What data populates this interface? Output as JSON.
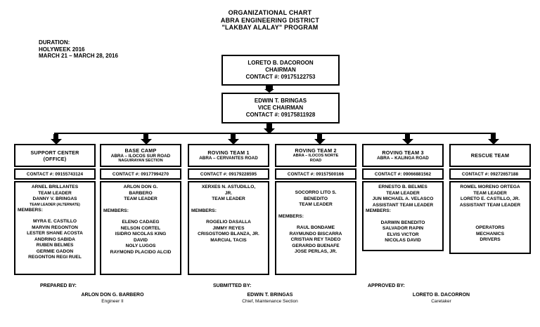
{
  "colors": {
    "ink": "#000000",
    "background": "#ffffff"
  },
  "title": {
    "line1": "ORGANIZATIONAL CHART",
    "line2": "ABRA ENGINEERING DISTRICT",
    "line3": "\"LAKBAY ALALAY\" PROGRAM"
  },
  "duration": {
    "line1": "DURATION:",
    "line2": "HOLYWEEK 2016",
    "line3": "MARCH 21 – MARCH 28, 2016"
  },
  "chairman": {
    "name": "LORETO B. DACOROON",
    "role": "CHAIRMAN",
    "contact": "CONTACT #: 09175122753"
  },
  "vice_chairman": {
    "name": "EDWIN T. BRINGAS",
    "role": "VICE CHAIRMAN",
    "contact": "CONTACT #: 09175811928"
  },
  "teams": [
    {
      "title_lines": [
        {
          "t": "SUPPORT CENTER",
          "s": "h0"
        },
        {
          "t": "(OFFICE)",
          "s": "h0"
        }
      ],
      "contact": "CONTACT #: 09155743124",
      "body": [
        {
          "t": "ARNEL BRILLANTES",
          "s": "c"
        },
        {
          "t": "TEAM LEADER",
          "s": "c"
        },
        {
          "t": "DANNY V. BRINGAS",
          "s": "c"
        },
        {
          "t": "TEAM LEADER (ALTERNATE)",
          "s": "s"
        },
        {
          "t": "MEMBERS:",
          "s": "l"
        },
        {
          "t": "",
          "s": "g"
        },
        {
          "t": "MYRA E. CASTILLO",
          "s": "c"
        },
        {
          "t": "MARVIN REGONTON",
          "s": "c"
        },
        {
          "t": "LESTER SHANE ACOSTA",
          "s": "c"
        },
        {
          "t": "ANDRINO SABIDA",
          "s": "c"
        },
        {
          "t": "RUBEN BELMES",
          "s": "c"
        },
        {
          "t": "GERMIE GADON",
          "s": "c"
        },
        {
          "t": "REGONTON REGI RUEL",
          "s": "c"
        }
      ]
    },
    {
      "title_lines": [
        {
          "t": "BASE CAMP",
          "s": "h0"
        },
        {
          "t": "ABRA – ILOCOS SUR ROAD",
          "s": "h1"
        },
        {
          "t": "NAGUIRAYAN SECTION",
          "s": "h2"
        }
      ],
      "contact": "CONTACT #: 09177994270",
      "body": [
        {
          "t": "ARLON DON G.",
          "s": "c"
        },
        {
          "t": "BARBERO",
          "s": "c"
        },
        {
          "t": "TEAM LEADER",
          "s": "c"
        },
        {
          "t": "",
          "s": "g"
        },
        {
          "t": "MEMBERS:",
          "s": "l"
        },
        {
          "t": "",
          "s": "g"
        },
        {
          "t": "ELENO CADAEG",
          "s": "c"
        },
        {
          "t": "NELSON CORTEL",
          "s": "c"
        },
        {
          "t": "ISIDRO NICOLAS KING",
          "s": "c"
        },
        {
          "t": "DAVID",
          "s": "c"
        },
        {
          "t": "NOLY LUGOS",
          "s": "c"
        },
        {
          "t": "RAYMOND PLACIDO ALCID",
          "s": "c"
        }
      ]
    },
    {
      "title_lines": [
        {
          "t": "ROVING TEAM 1",
          "s": "h0"
        },
        {
          "t": "ABRA – CERVANTES ROAD",
          "s": "h1"
        }
      ],
      "contact": "CONTACT #: 09179228595",
      "body": [
        {
          "t": "XERXES N. ASTUDILLO,",
          "s": "c"
        },
        {
          "t": "JR.",
          "s": "c"
        },
        {
          "t": "TEAM LEADER",
          "s": "c"
        },
        {
          "t": "",
          "s": "g"
        },
        {
          "t": "MEMBERS:",
          "s": "l"
        },
        {
          "t": "",
          "s": "g"
        },
        {
          "t": "ROGELIO DASALLA",
          "s": "c"
        },
        {
          "t": "JIMMY REYES",
          "s": "c"
        },
        {
          "t": "CRISOSTOMO BLANZA, JR.",
          "s": "c"
        },
        {
          "t": "MARCIAL TACIS",
          "s": "c"
        }
      ]
    },
    {
      "title_lines": [
        {
          "t": "ROVING TEAM 2",
          "s": "h0"
        },
        {
          "t": "ABRA – ILOCOS NORTE",
          "s": "h2"
        },
        {
          "t": "ROAD",
          "s": "h2"
        }
      ],
      "contact": "CONTACT #: 09157500166",
      "body": [
        {
          "t": "",
          "s": "g"
        },
        {
          "t": "SOCORRO LITO S.",
          "s": "c"
        },
        {
          "t": "BENEDITO",
          "s": "c"
        },
        {
          "t": "TEAM LEADER",
          "s": "c"
        },
        {
          "t": "",
          "s": "g"
        },
        {
          "t": "MEMBERS:",
          "s": "l"
        },
        {
          "t": "",
          "s": "g"
        },
        {
          "t": "RAUL BONDAME",
          "s": "c"
        },
        {
          "t": "RAYMUNDO BISCARRA",
          "s": "c"
        },
        {
          "t": "CRISTIAN REY TADEO",
          "s": "c"
        },
        {
          "t": "GERARDO BUENAFE",
          "s": "c"
        },
        {
          "t": "JOSE PERLAS, JR.",
          "s": "c"
        }
      ]
    },
    {
      "title_lines": [
        {
          "t": "ROVING TEAM 3",
          "s": "h0"
        },
        {
          "t": "ABRA – KALINGA ROAD",
          "s": "h1"
        }
      ],
      "contact": "CONTACT #: 09066881562",
      "body": [
        {
          "t": "ERNESTO B. BELMES",
          "s": "c"
        },
        {
          "t": "TEAM LEADER",
          "s": "c"
        },
        {
          "t": "JUN MICHAEL A. VELASCO",
          "s": "c"
        },
        {
          "t": "ASSISTANT TEAM LEADER",
          "s": "c"
        },
        {
          "t": "MEMBERS:",
          "s": "l"
        },
        {
          "t": "",
          "s": "g"
        },
        {
          "t": "DARWIN BENEDITO",
          "s": "c"
        },
        {
          "t": "SALVADOR RAPIN",
          "s": "c"
        },
        {
          "t": "ELVIS VICTOR",
          "s": "c"
        },
        {
          "t": "NICOLAS DAVID",
          "s": "c"
        }
      ]
    },
    {
      "title_lines": [
        {
          "t": "RESCUE TEAM",
          "s": "h0"
        }
      ],
      "contact": "CONTACT #: 09272657188",
      "body": [
        {
          "t": "ROMEL MORENO ORTEGA",
          "s": "c"
        },
        {
          "t": "TEAM LEADER",
          "s": "c"
        },
        {
          "t": "LORETO E. CASTILLO, JR.",
          "s": "c"
        },
        {
          "t": "ASSISTANT TEAM LEADER",
          "s": "c"
        },
        {
          "t": "",
          "s": "g"
        },
        {
          "t": "",
          "s": "g"
        },
        {
          "t": "",
          "s": "g"
        },
        {
          "t": "OPERATORS",
          "s": "c"
        },
        {
          "t": "MECHANICS",
          "s": "c"
        },
        {
          "t": "DRIVERS",
          "s": "c"
        }
      ]
    }
  ],
  "signatures": {
    "prepared": {
      "label": "PREPARED BY:",
      "name": "ARLON DON G. BARBERO",
      "role": "Engineer II"
    },
    "submitted": {
      "label": "SUBMITTED BY:",
      "name": "EDWIN T. BRINGAS",
      "role": "Chief, Maintenance Section"
    },
    "approved": {
      "label": "APPROVED BY:",
      "name": "LORETO B. DACORRON",
      "role": "Caretaker"
    }
  }
}
